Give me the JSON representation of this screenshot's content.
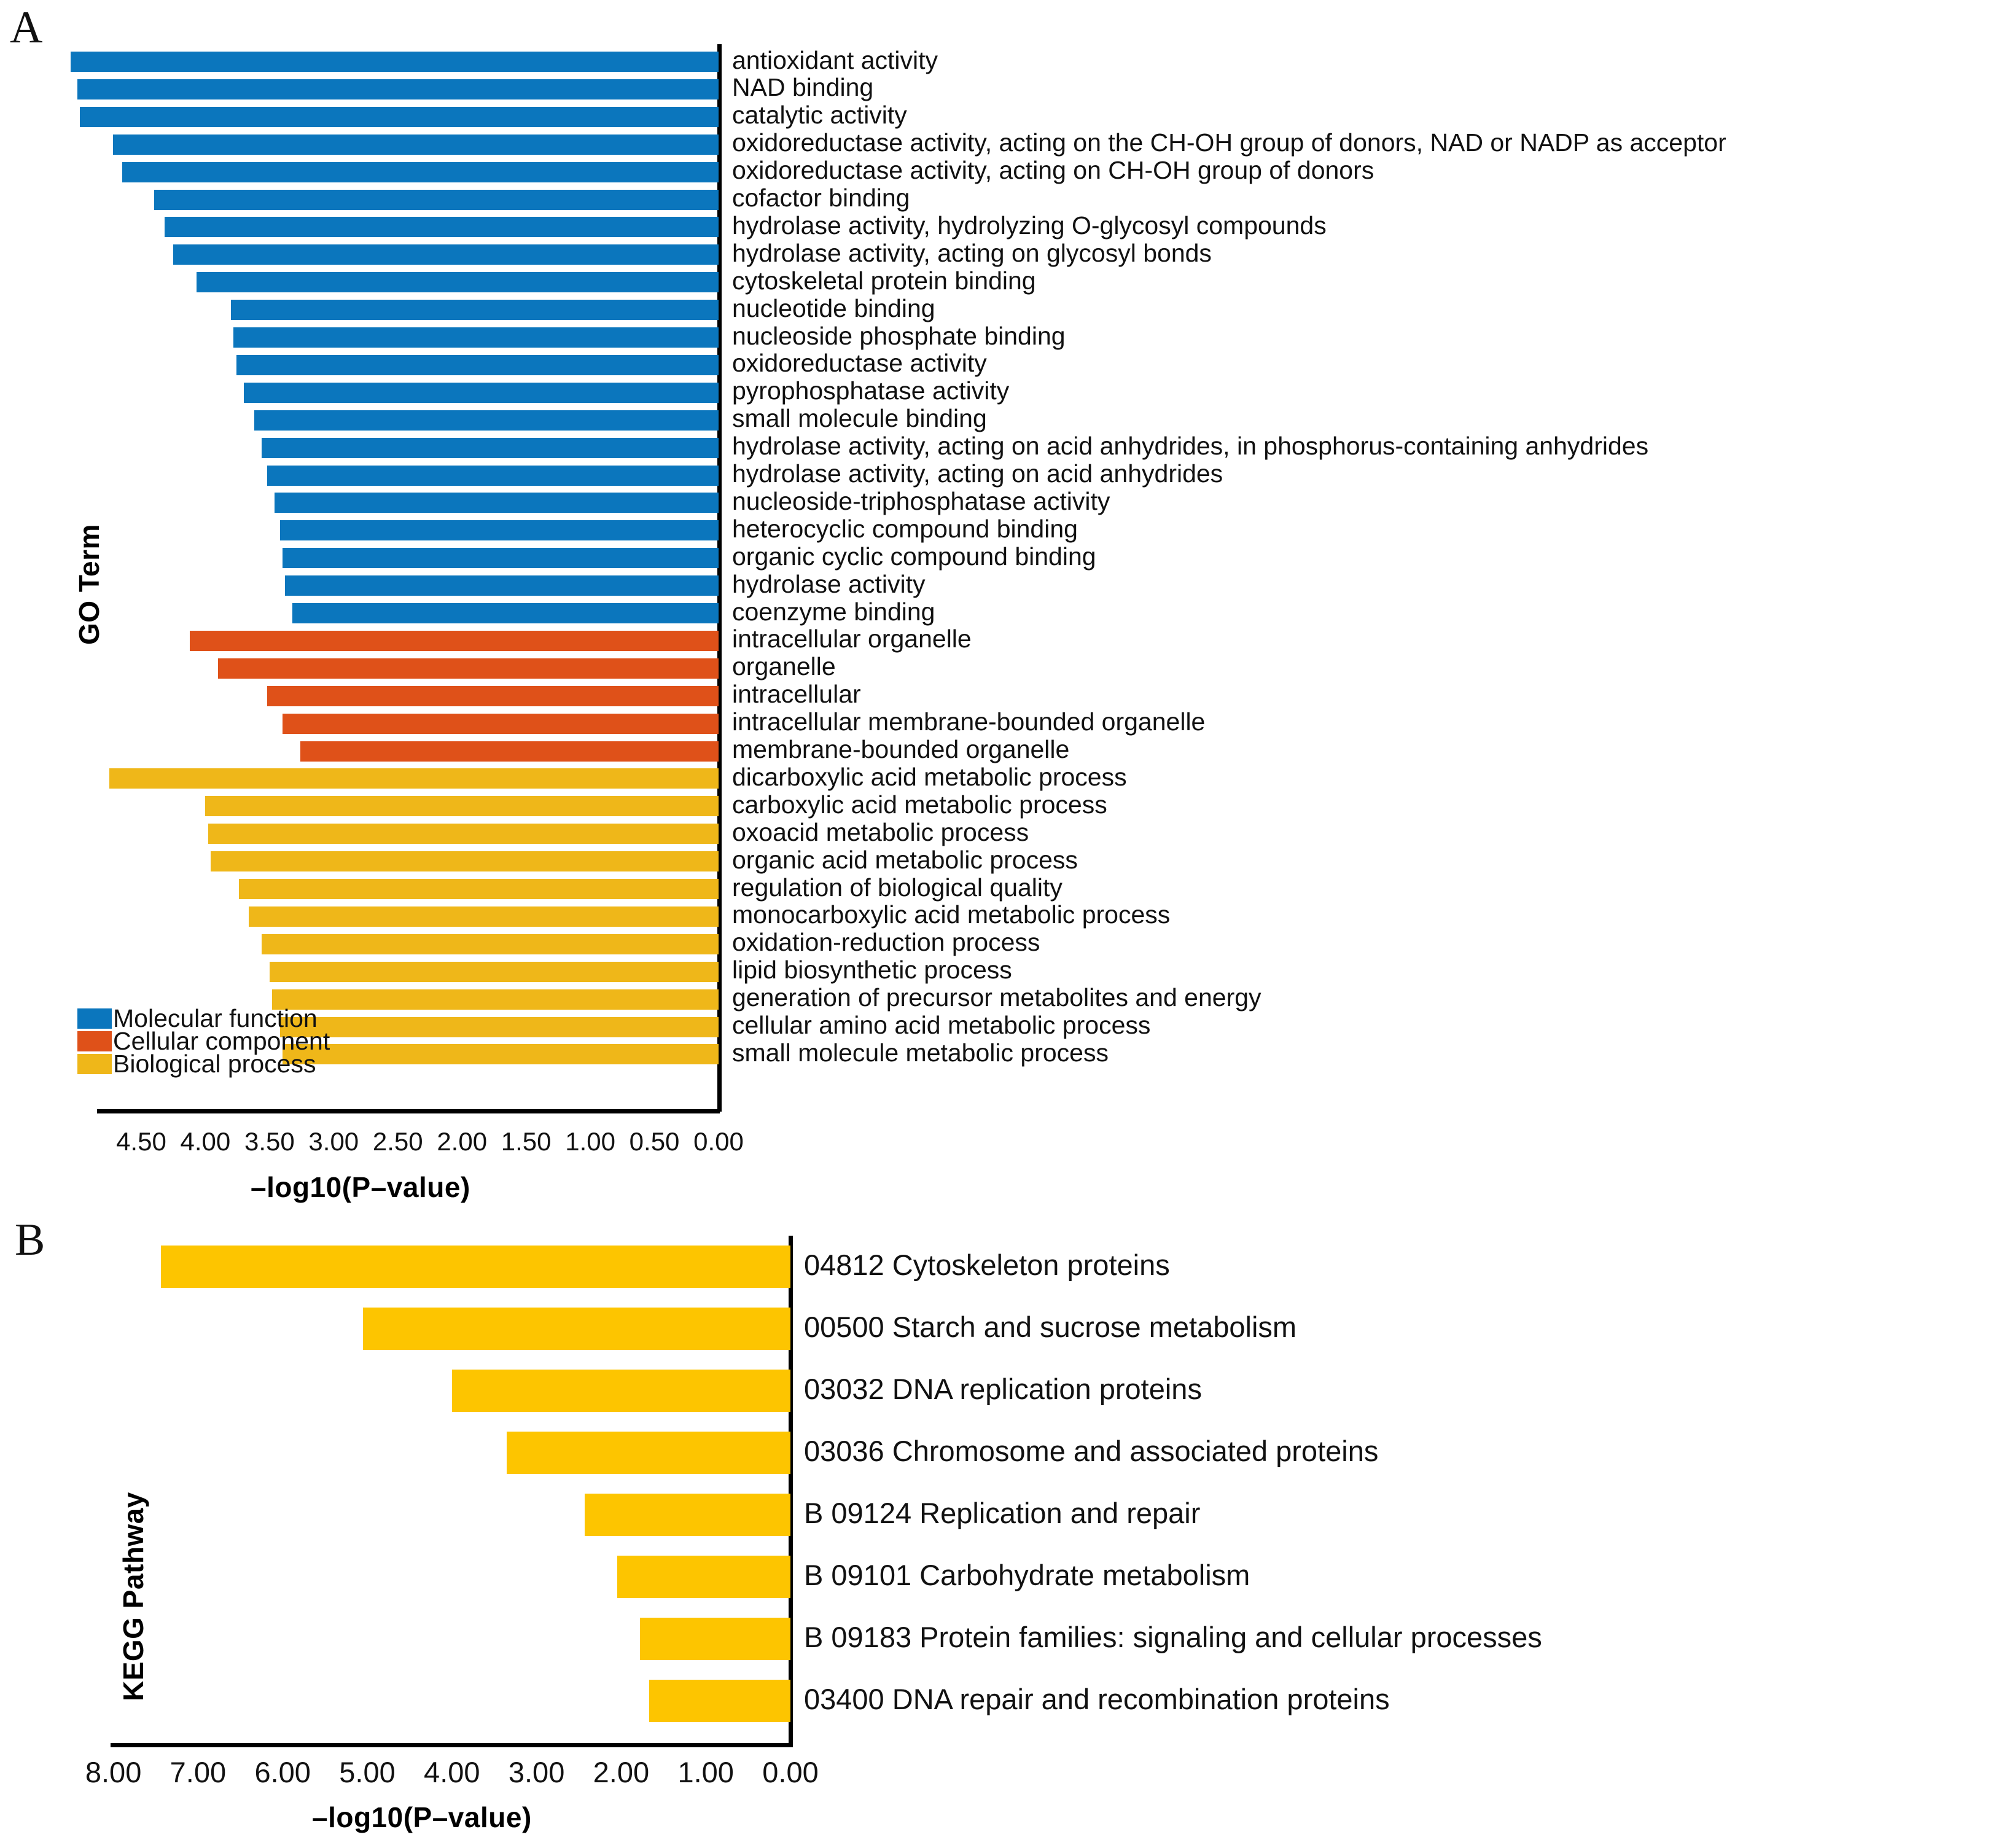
{
  "figure": {
    "panel_a_letter": "A",
    "panel_b_letter": "B"
  },
  "panel_a": {
    "y_axis_title": "GO Term",
    "x_axis_title": "–log10(P–value)",
    "x_ticks": [
      "4.50",
      "4.00",
      "3.50",
      "3.00",
      "2.50",
      "2.00",
      "1.50",
      "1.00",
      "0.50",
      "0.00"
    ],
    "legend": [
      {
        "label": "Molecular function",
        "color": "#0b76bd"
      },
      {
        "label": "Cellular component",
        "color": "#df5119"
      },
      {
        "label": "Biological process",
        "color": "#efb719"
      }
    ]
  },
  "panel_b": {
    "y_axis_title": "KEGG Pathway",
    "x_axis_title": "–log10(P–value)",
    "x_ticks": [
      "8.00",
      "7.00",
      "6.00",
      "5.00",
      "4.00",
      "3.00",
      "2.00",
      "1.00",
      "0.00"
    ]
  },
  "chart_data": [
    {
      "type": "bar",
      "id": "panel-a-go-enrichment",
      "title": "",
      "xlabel": "–log10(P–value)",
      "ylabel": "GO Term",
      "orientation": "horizontal",
      "x_reversed": true,
      "xlim": [
        0.0,
        4.75
      ],
      "grid": false,
      "legend_position": "bottom-left",
      "categories": [
        "antioxidant activity",
        "NAD binding",
        "catalytic activity",
        "oxidoreductase activity, acting on the CH-OH group of donors, NAD or NADP as acceptor",
        "oxidoreductase activity, acting on CH-OH group of donors",
        "cofactor binding",
        "hydrolase activity, hydrolyzing O-glycosyl compounds",
        "hydrolase activity, acting on glycosyl bonds",
        "cytoskeletal protein binding",
        "nucleotide binding",
        "nucleoside phosphate binding",
        "oxidoreductase activity",
        "pyrophosphatase activity",
        "small molecule binding",
        "hydrolase activity, acting on acid anhydrides, in phosphorus-containing anhydrides",
        "hydrolase activity, acting on acid anhydrides",
        "nucleoside-triphosphatase activity",
        "heterocyclic compound binding",
        "organic cyclic compound binding",
        "hydrolase activity",
        "coenzyme binding",
        "intracellular organelle",
        "organelle",
        "intracellular",
        "intracellular membrane-bounded organelle",
        "membrane-bounded organelle",
        "dicarboxylic acid metabolic process",
        "carboxylic acid metabolic process",
        "oxoacid metabolic process",
        "organic acid metabolic process",
        "regulation of biological quality",
        "monocarboxylic acid metabolic process",
        "oxidation-reduction process",
        "lipid biosynthetic process",
        "generation of precursor metabolites and energy",
        "cellular amino acid metabolic process",
        "small molecule metabolic process"
      ],
      "values": [
        5.05,
        5.0,
        4.98,
        4.72,
        4.65,
        4.4,
        4.32,
        4.25,
        4.07,
        3.8,
        3.78,
        3.76,
        3.7,
        3.62,
        3.56,
        3.52,
        3.46,
        3.42,
        3.4,
        3.38,
        3.32,
        4.12,
        3.9,
        3.52,
        3.4,
        3.26,
        4.75,
        4.0,
        3.98,
        3.96,
        3.74,
        3.66,
        3.56,
        3.5,
        3.48,
        3.42,
        3.4
      ],
      "groups": [
        "Molecular function",
        "Molecular function",
        "Molecular function",
        "Molecular function",
        "Molecular function",
        "Molecular function",
        "Molecular function",
        "Molecular function",
        "Molecular function",
        "Molecular function",
        "Molecular function",
        "Molecular function",
        "Molecular function",
        "Molecular function",
        "Molecular function",
        "Molecular function",
        "Molecular function",
        "Molecular function",
        "Molecular function",
        "Molecular function",
        "Molecular function",
        "Cellular component",
        "Cellular component",
        "Cellular component",
        "Cellular component",
        "Cellular component",
        "Biological process",
        "Biological process",
        "Biological process",
        "Biological process",
        "Biological process",
        "Biological process",
        "Biological process",
        "Biological process",
        "Biological process",
        "Biological process",
        "Biological process"
      ],
      "group_colors": {
        "Molecular function": "#0b76bd",
        "Cellular component": "#df5119",
        "Biological process": "#efb719"
      }
    },
    {
      "type": "bar",
      "id": "panel-b-kegg-enrichment",
      "title": "",
      "xlabel": "–log10(P–value)",
      "ylabel": "KEGG Pathway",
      "orientation": "horizontal",
      "x_reversed": true,
      "xlim": [
        0.0,
        8.0
      ],
      "grid": false,
      "bar_color": "#fdc500",
      "categories": [
        "04812 Cytoskeleton proteins",
        "00500 Starch and sucrose metabolism",
        "03032 DNA replication proteins",
        "03036 Chromosome and associated proteins",
        "B  09124 Replication and repair",
        "B  09101 Carbohydrate metabolism",
        "B  09183 Protein families: signaling and cellular processes",
        "03400 DNA repair and recombination proteins"
      ],
      "values": [
        7.44,
        5.05,
        4.0,
        3.35,
        2.43,
        2.05,
        1.78,
        1.67
      ]
    }
  ]
}
